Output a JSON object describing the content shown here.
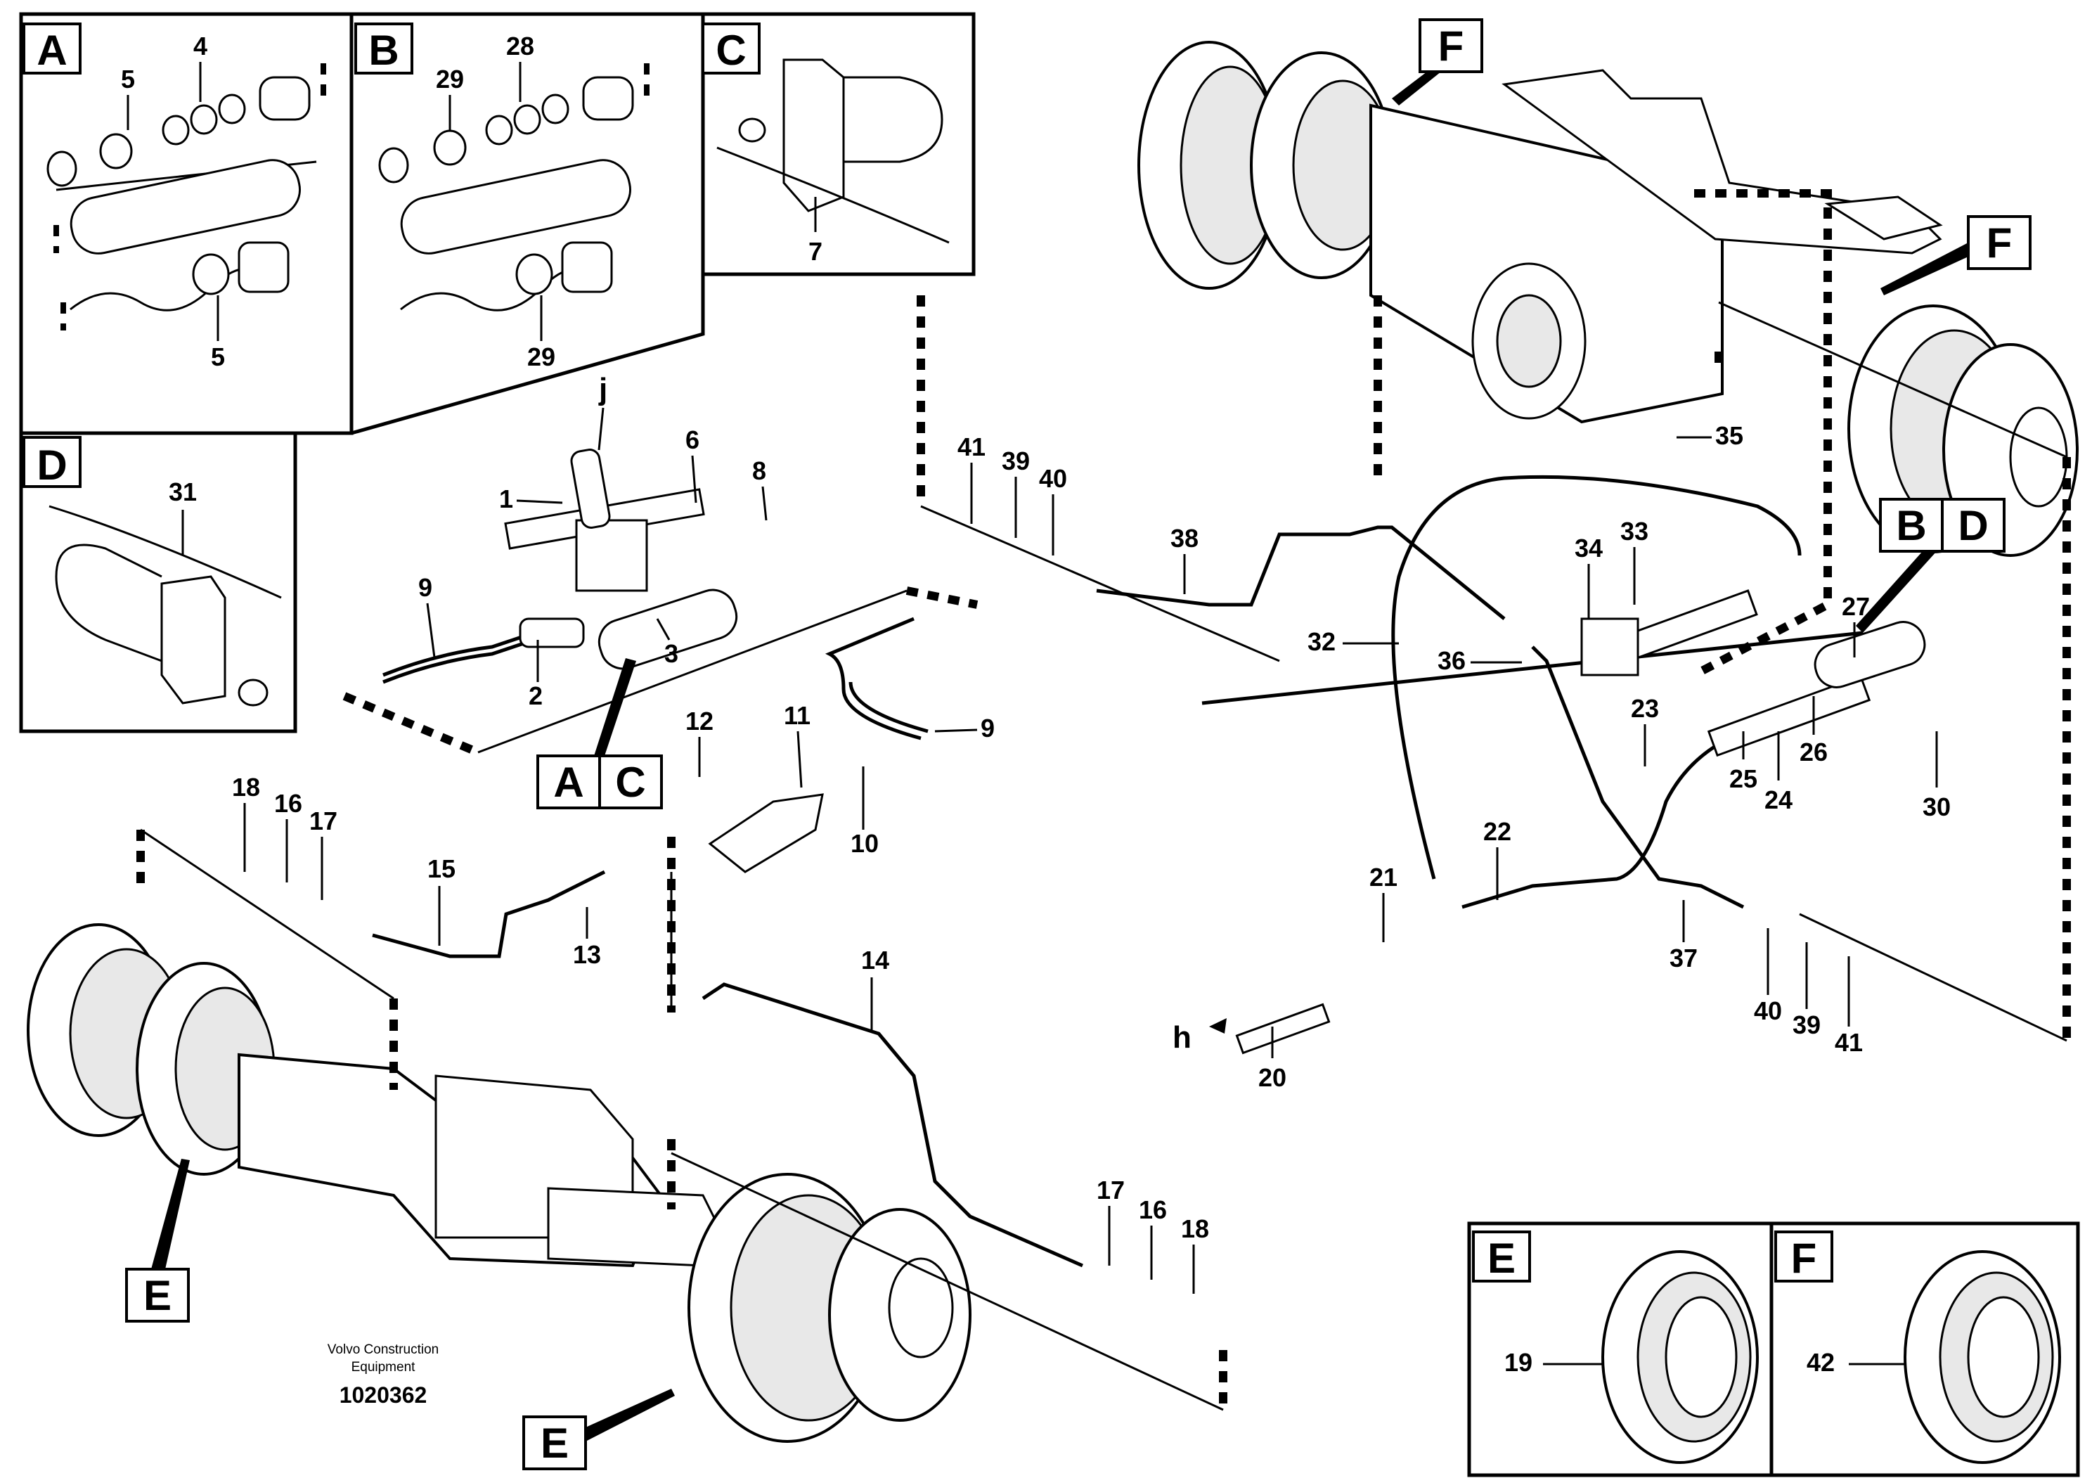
{
  "insets": {
    "A": {
      "letter": "A",
      "callouts": [
        "4",
        "5",
        "5"
      ]
    },
    "B": {
      "letter": "B",
      "callouts": [
        "28",
        "29",
        "29"
      ]
    },
    "C": {
      "letter": "C",
      "callouts": [
        "7"
      ]
    },
    "D": {
      "letter": "D",
      "callouts": [
        "31"
      ]
    },
    "E": {
      "letter": "E",
      "callouts": [
        "19"
      ]
    },
    "F": {
      "letter": "F",
      "callouts": [
        "42"
      ]
    }
  },
  "reference_tags": {
    "ac": [
      "A",
      "C"
    ],
    "bd": [
      "B",
      "D"
    ],
    "f_top": "F",
    "f_right": "F",
    "e_left": "E",
    "e_bottom": "E"
  },
  "callouts": {
    "c1": "1",
    "c2": "2",
    "c3": "3",
    "c6": "6",
    "c8": "8",
    "c9a": "9",
    "c9b": "9",
    "c10": "10",
    "c11": "11",
    "c12": "12",
    "c13": "13",
    "c14": "14",
    "c15": "15",
    "c16a": "16",
    "c16b": "16",
    "c17a": "17",
    "c17b": "17",
    "c18a": "18",
    "c18b": "18",
    "c20": "20",
    "c21": "21",
    "c22": "22",
    "c23": "23",
    "c24": "24",
    "c25": "25",
    "c26": "26",
    "c27": "27",
    "c30": "30",
    "c32": "32",
    "c33": "33",
    "c34": "34",
    "c35": "35",
    "c36": "36",
    "c37": "37",
    "c38": "38",
    "c39a": "39",
    "c39b": "39",
    "c40a": "40",
    "c40b": "40",
    "c41a": "41",
    "c41b": "41"
  },
  "connections": {
    "j": "j",
    "h": "h"
  },
  "footer": {
    "brand_line1": "Volvo Construction",
    "brand_line2": "Equipment",
    "drawing_number": "1020362"
  }
}
